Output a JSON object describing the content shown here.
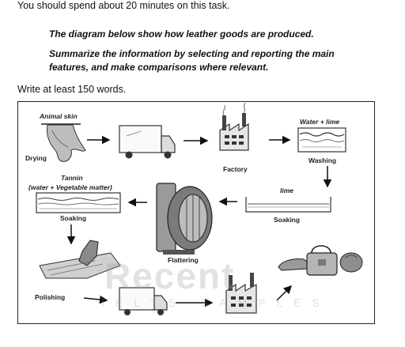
{
  "intro": "You should spend about 20 minutes on this task.",
  "task_line1": "The diagram below show how leather goods are produced.",
  "task_line2": "Summarize the information by selecting and reporting the main features, and make comparisons where relevant.",
  "word_count": "Write at least 150 words.",
  "diagram": {
    "labels": {
      "animal_skin": "Animal skin",
      "drying": "Drying",
      "factory": "Factory",
      "water_lime": "Water + lime",
      "washing": "Washing",
      "tannin": "Tannin",
      "tannin_mix": "(water + Vegetable matter)",
      "lime": "lime",
      "soaking_left": "Soaking",
      "soaking_right": "Soaking",
      "flattering": "Flattering",
      "polishing": "Polishing"
    },
    "icons": [
      "animal-skin-icon",
      "truck-icon",
      "factory-icon",
      "washing-tank-icon",
      "lime-tank-icon",
      "flattening-machine-icon",
      "tannin-tank-icon",
      "polishing-icon",
      "leather-goods-icon"
    ],
    "watermark": {
      "main": "Recent",
      "sub": "IELTS SAMPLES"
    }
  }
}
